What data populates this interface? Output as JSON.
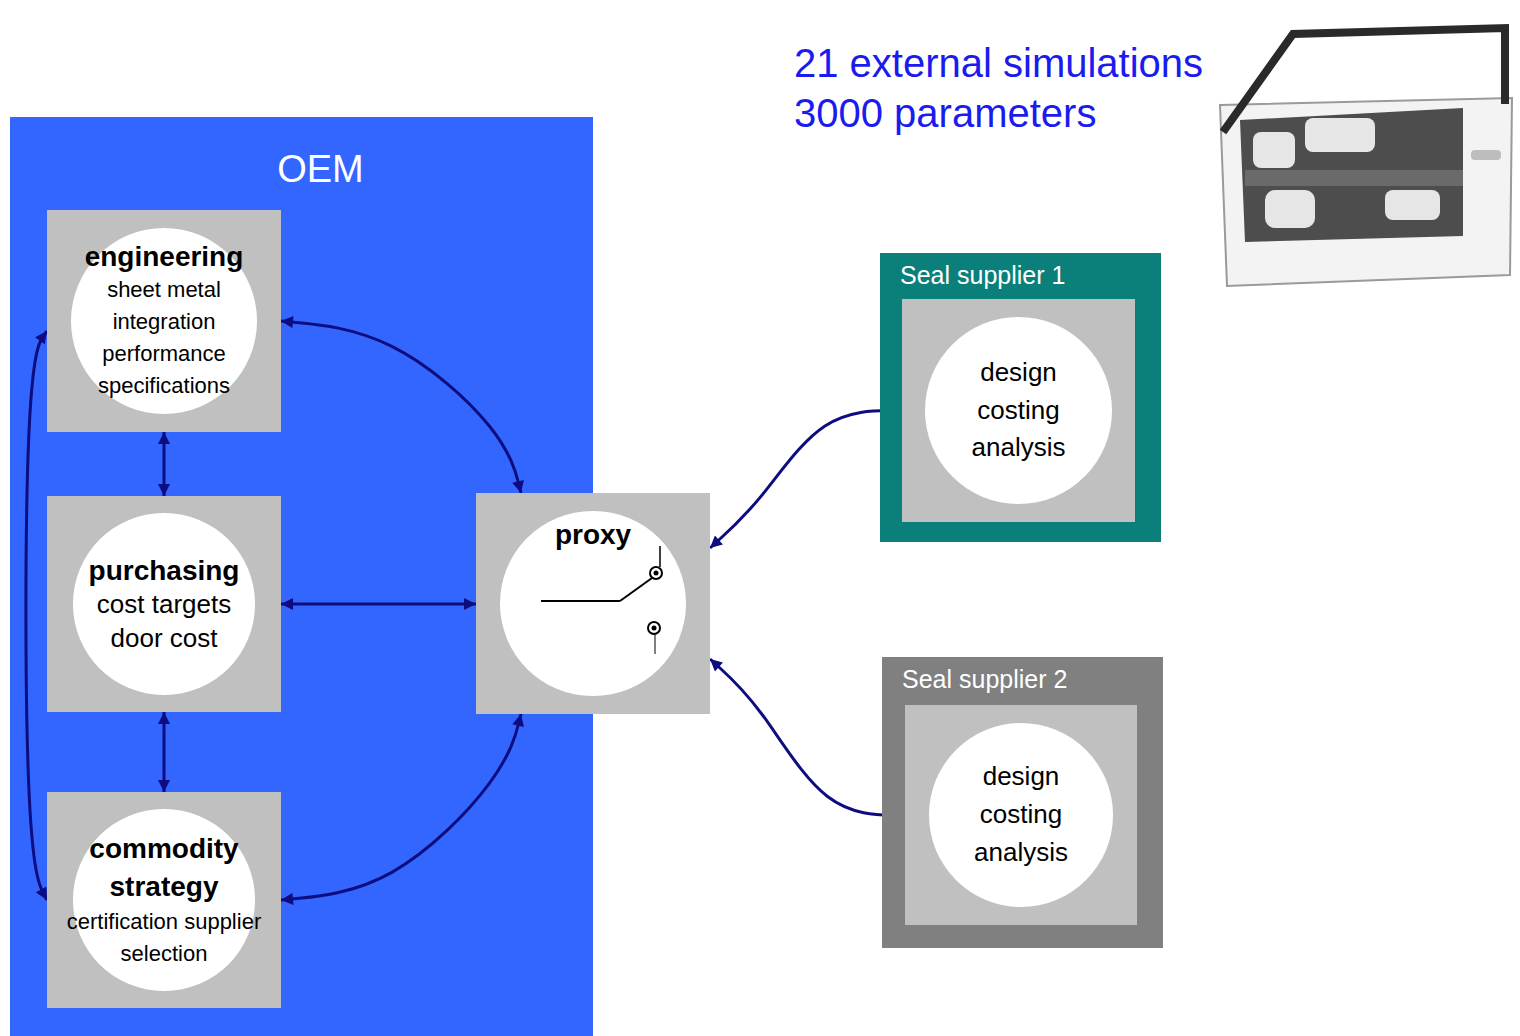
{
  "diagram": {
    "nodes": [
      {
        "text": [
          "OEM"
        ]
      },
      {
        "text": [
          "engineering",
          "sheet metal integration performance specifications"
        ],
        "in": 0
      },
      {
        "text": [
          "purchasing",
          "cost targets door cost"
        ],
        "in": 0
      },
      {
        "text": [
          "commodity strategy",
          "certification supplier selection"
        ],
        "in": 0
      },
      {
        "text": [
          "proxy"
        ]
      },
      {
        "text": [
          "Seal supplier 1"
        ]
      },
      {
        "text": [
          "design costing analysis"
        ],
        "in": 5
      },
      {
        "text": [
          "Seal supplier 2"
        ]
      },
      {
        "text": [
          "design costing analysis"
        ],
        "in": 7
      }
    ],
    "edges": [
      {
        "from": 1,
        "to": 2,
        "arrow": "both"
      },
      {
        "from": 2,
        "to": 3,
        "arrow": "both"
      },
      {
        "from": 1,
        "to": 3,
        "arrow": "both"
      },
      {
        "from": 1,
        "to": 4,
        "arrow": "both"
      },
      {
        "from": 2,
        "to": 4,
        "arrow": "both"
      },
      {
        "from": 3,
        "to": 4,
        "arrow": "both"
      },
      {
        "from": 4,
        "to": 6,
        "arrow": "both"
      },
      {
        "from": 4,
        "to": 8,
        "arrow": "both"
      }
    ],
    "labels": [
      "21 external simulations",
      "3000 parameters"
    ]
  }
}
